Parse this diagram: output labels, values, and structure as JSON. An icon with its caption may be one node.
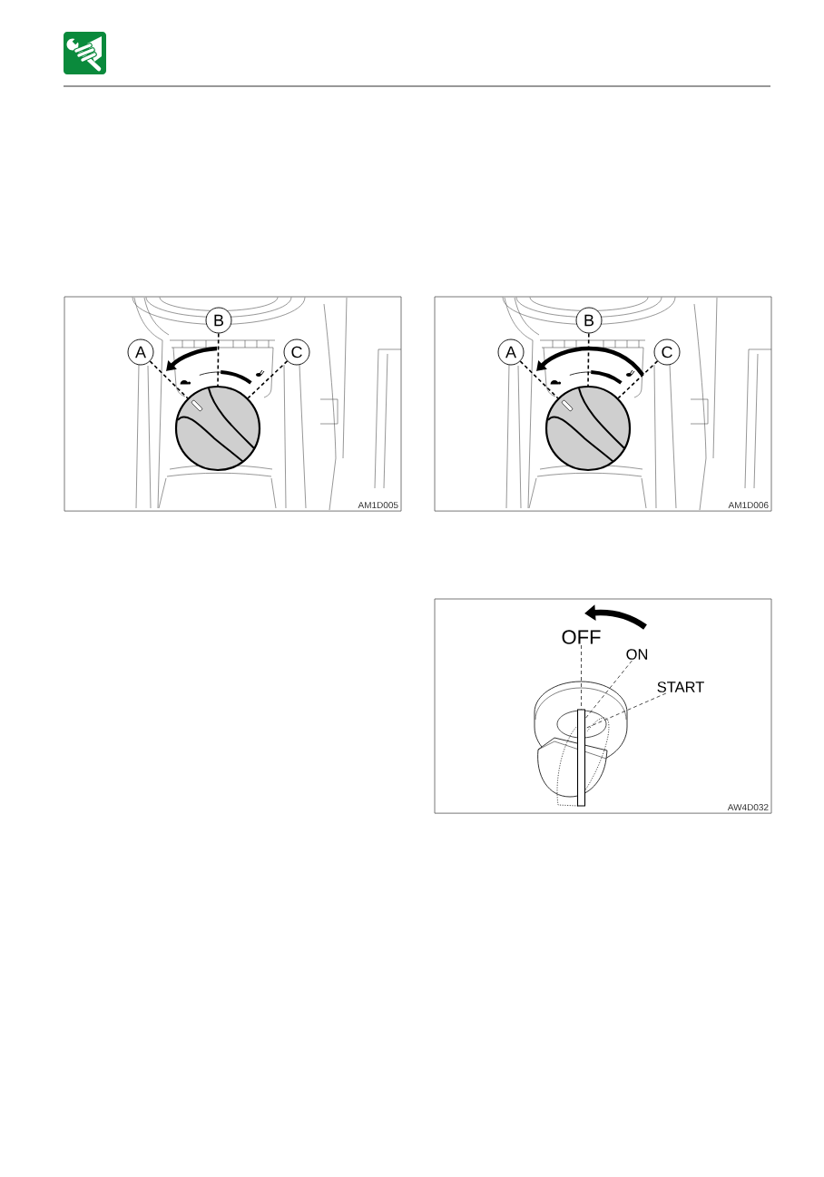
{
  "diagram": {
    "nodes": [
      {
        "text": [
          "AM1D005"
        ]
      },
      {
        "text": [
          "A"
        ],
        "in": 0
      },
      {
        "text": [
          "B"
        ],
        "in": 0
      },
      {
        "text": [
          "C"
        ],
        "in": 0
      },
      {
        "text": [],
        "shape": "circle",
        "in": 0
      },
      {
        "text": [
          "AM1D006"
        ]
      },
      {
        "text": [
          "A"
        ],
        "in": 5
      },
      {
        "text": [
          "B"
        ],
        "in": 5
      },
      {
        "text": [
          "C"
        ],
        "in": 5
      },
      {
        "text": [],
        "shape": "circle",
        "in": 5
      },
      {
        "text": [
          "AW4D032"
        ]
      },
      {
        "text": [
          "OFF"
        ],
        "in": 10
      },
      {
        "text": [
          "ON"
        ],
        "in": 10
      },
      {
        "text": [
          "START"
        ],
        "in": 10
      },
      {
        "text": [],
        "shape": "bar",
        "in": 10
      }
    ],
    "edges": [
      {
        "from": 1,
        "to": 4,
        "arrow": "none",
        "style": "dashed"
      },
      {
        "from": 2,
        "to": 4,
        "arrow": "none",
        "style": "dashed"
      },
      {
        "from": 3,
        "to": 4,
        "arrow": "none",
        "style": "dashed"
      },
      {
        "from": 6,
        "to": 9,
        "arrow": "none",
        "style": "dashed"
      },
      {
        "from": 7,
        "to": 9,
        "arrow": "none",
        "style": "dashed"
      },
      {
        "from": 8,
        "to": 9,
        "arrow": "none",
        "style": "dashed"
      },
      {
        "from": 11,
        "to": 14,
        "arrow": "none",
        "style": "dashed"
      },
      {
        "from": 12,
        "to": 14,
        "arrow": "none",
        "style": "dashed"
      },
      {
        "from": 13,
        "to": 14,
        "arrow": "none",
        "style": "dashed"
      }
    ]
  }
}
